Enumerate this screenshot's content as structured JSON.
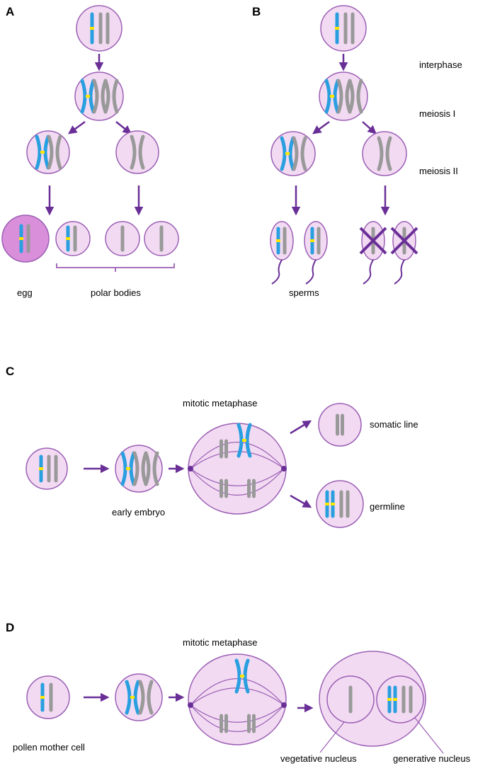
{
  "colors": {
    "cell_fill": "#f2dbf2",
    "cell_stroke": "#9b5fb5",
    "egg_fill": "#d98fd9",
    "arrow": "#6a2f97",
    "chrom_blue": "#2a9fdf",
    "chrom_grey": "#999999",
    "centromere": "#ffe600",
    "cross": "#6a2f97"
  },
  "panels": {
    "A": {
      "letter": "A",
      "egg": "egg",
      "polar_bodies": "polar bodies"
    },
    "B": {
      "letter": "B",
      "interphase": "interphase",
      "meiosis1": "meiosis I",
      "meiosis2": "meiosis II",
      "sperms": "sperms"
    },
    "C": {
      "letter": "C",
      "metaphase": "mitotic metaphase",
      "early_embryo": "early embryo",
      "somatic": "somatic line",
      "germline": "germline"
    },
    "D": {
      "letter": "D",
      "metaphase": "mitotic metaphase",
      "pollen": "pollen mother cell",
      "vegetative": "vegetative nucleus",
      "generative": "generative nucleus"
    }
  }
}
